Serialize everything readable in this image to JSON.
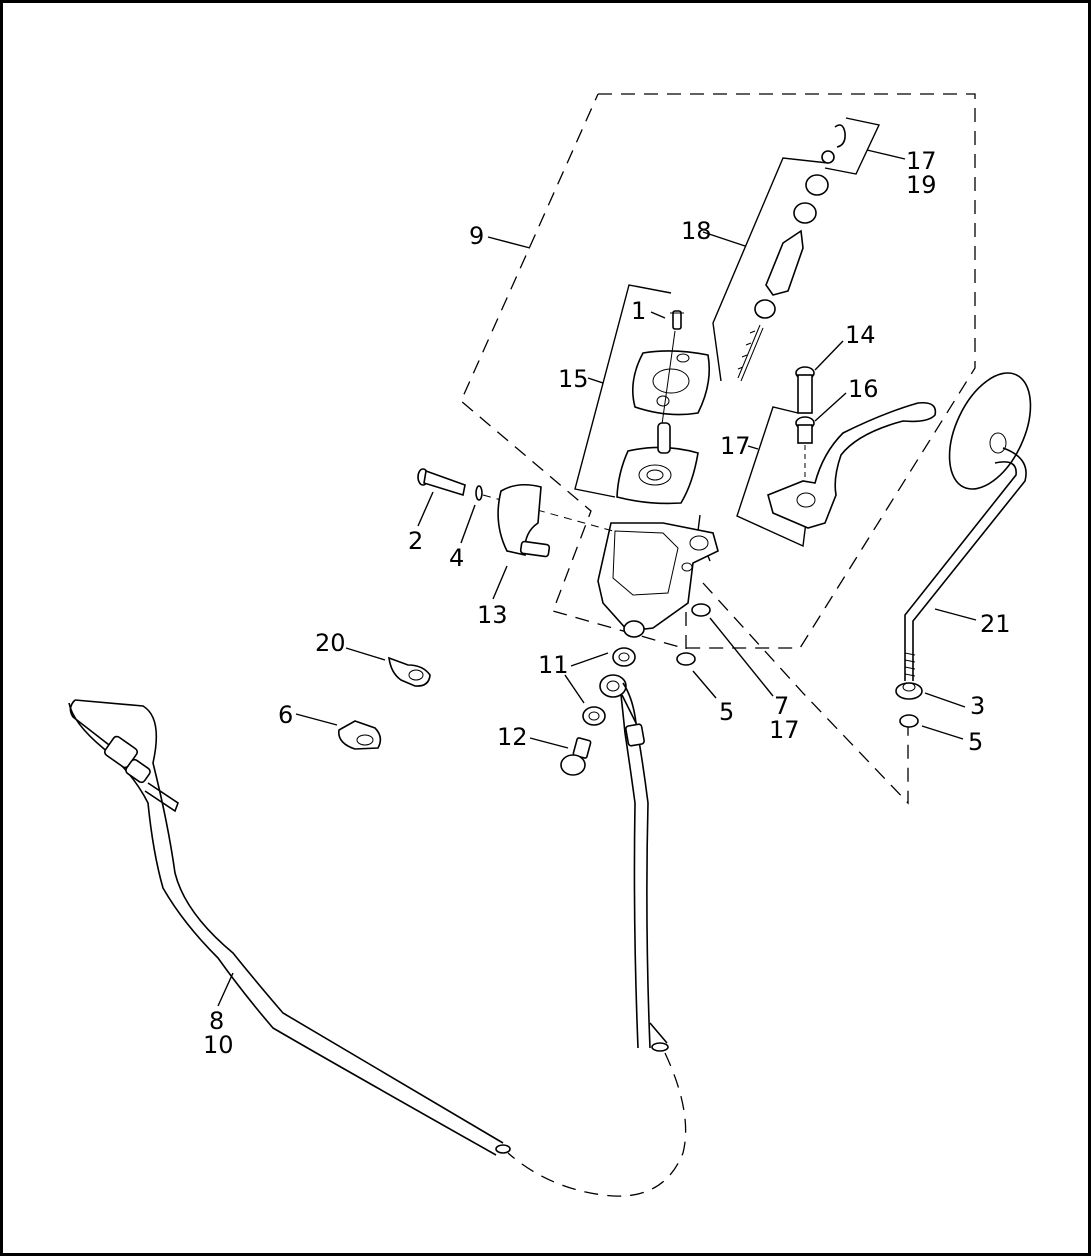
{
  "callouts": {
    "c1": "1",
    "c2": "2",
    "c3": "3",
    "c4": "4",
    "c5a": "5",
    "c5b": "5",
    "c6": "6",
    "c7": "7",
    "c17b": "17",
    "c8": "8",
    "c10": "10",
    "c9": "9",
    "c11": "11",
    "c12": "12",
    "c13": "13",
    "c14": "14",
    "c15": "15",
    "c16": "16",
    "c17a": "17",
    "c19": "19",
    "c17c": "17",
    "c18": "18",
    "c20": "20",
    "c21": "21"
  }
}
